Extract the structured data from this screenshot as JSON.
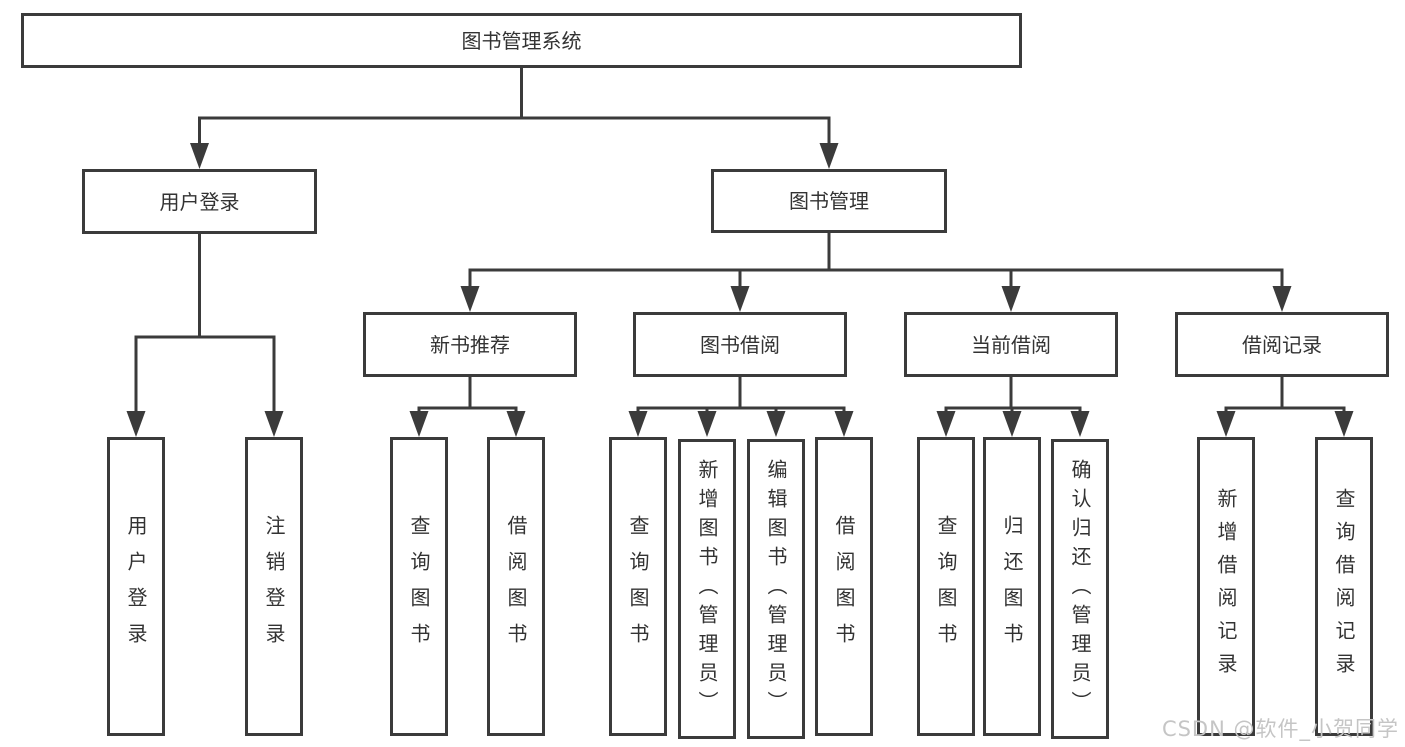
{
  "tree": {
    "root": {
      "label": "图书管理系统"
    },
    "children": [
      {
        "label": "用户登录",
        "children": [
          {
            "label": "用户登录"
          },
          {
            "label": "注销登录"
          }
        ]
      },
      {
        "label": "图书管理",
        "children": [
          {
            "label": "新书推荐",
            "children": [
              {
                "label": "查询图书"
              },
              {
                "label": "借阅图书"
              }
            ]
          },
          {
            "label": "图书借阅",
            "children": [
              {
                "label": "查询图书"
              },
              {
                "label": "新增图书（管理员）"
              },
              {
                "label": "编辑图书（管理员）"
              },
              {
                "label": "借阅图书"
              }
            ]
          },
          {
            "label": "当前借阅",
            "children": [
              {
                "label": "查询图书"
              },
              {
                "label": "归还图书"
              },
              {
                "label": "确认归还（管理员）"
              }
            ]
          },
          {
            "label": "借阅记录",
            "children": [
              {
                "label": "新增借阅记录"
              },
              {
                "label": "查询借阅记录"
              }
            ]
          }
        ]
      }
    ]
  },
  "watermark": "CSDN @软件_小贺同学",
  "colors": {
    "line": "#3b3b3b",
    "text": "#333333",
    "watermark": "#c5c5c5",
    "background": "#ffffff"
  }
}
